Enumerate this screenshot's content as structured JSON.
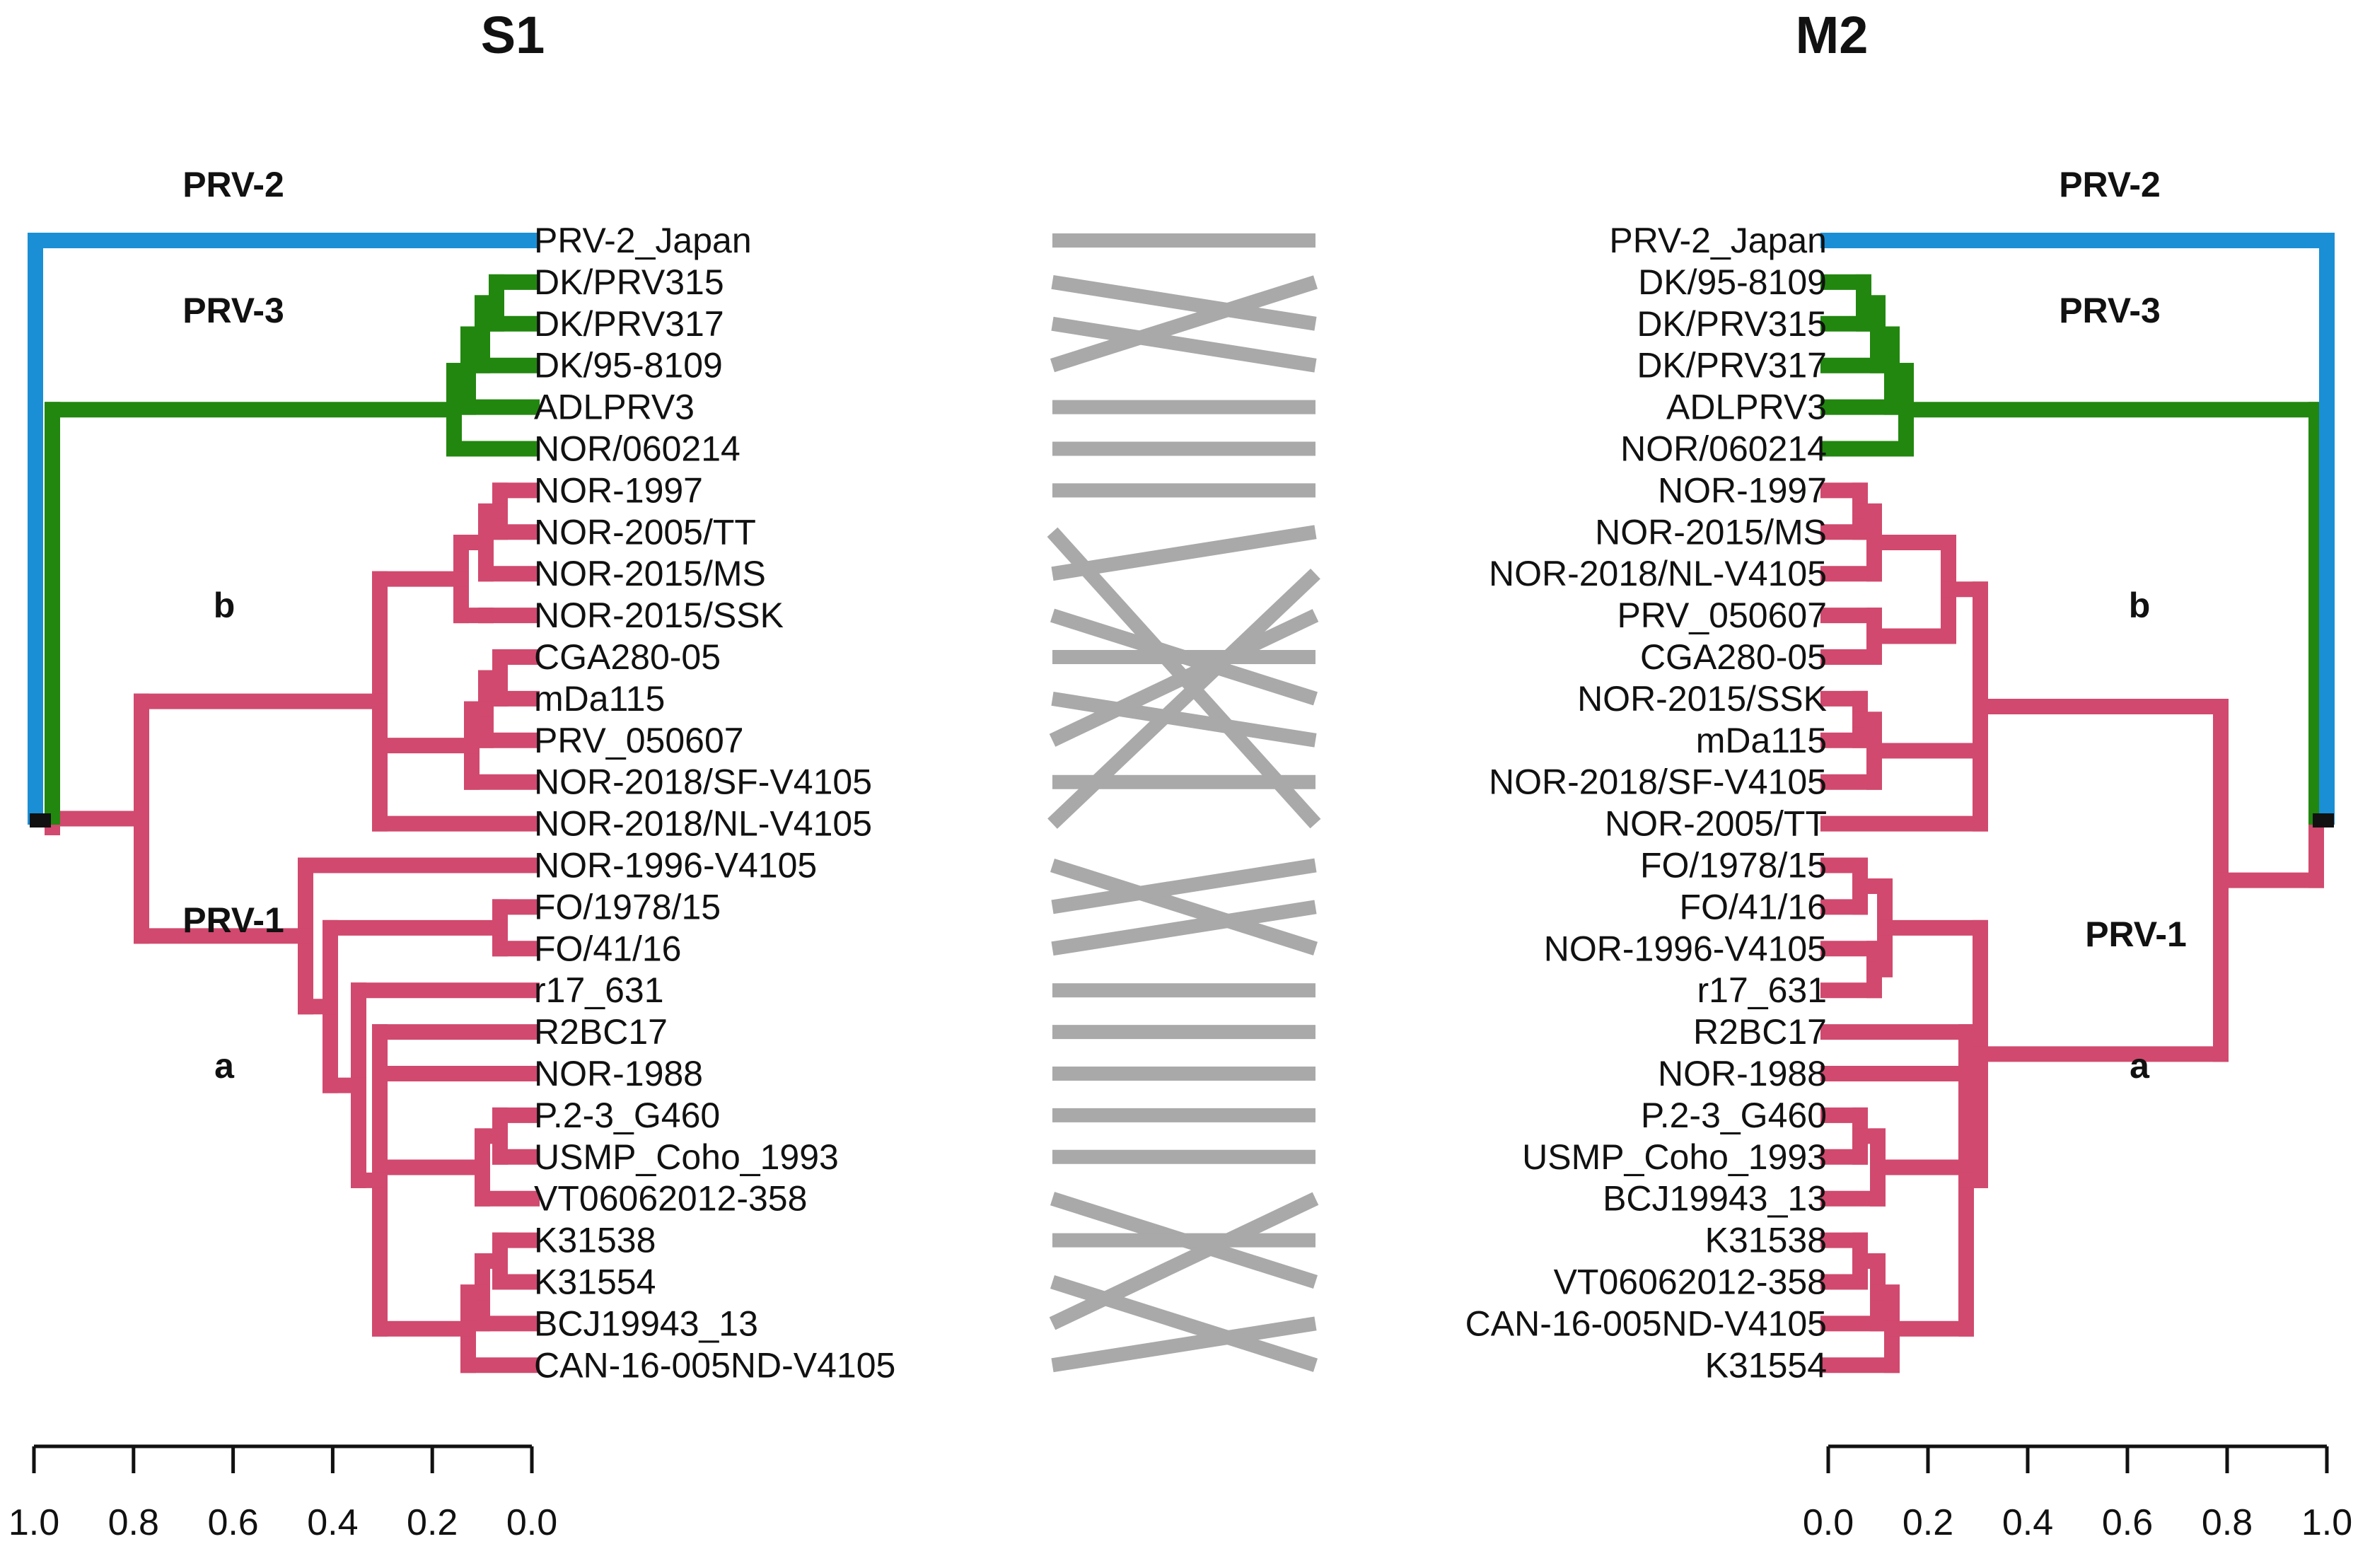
{
  "colors": {
    "prv2": "#1a8fd6",
    "prv3": "#22870f",
    "prv1": "#d1496e",
    "connector": "#a9a9a9",
    "axis": "#111111"
  },
  "left": {
    "title": "S1",
    "labels": {
      "prv2": "PRV-2",
      "prv3": "PRV-3",
      "b": "b",
      "prv1": "PRV-1",
      "a": "a"
    },
    "axis_ticks": [
      "1.0",
      "0.8",
      "0.6",
      "0.4",
      "0.2",
      "0.0"
    ],
    "tips": [
      "PRV-2_Japan",
      "DK/PRV315",
      "DK/PRV317",
      "DK/95-8109",
      "ADLPRV3",
      "NOR/060214",
      "NOR-1997",
      "NOR-2005/TT",
      "NOR-2015/MS",
      "NOR-2015/SSK",
      "CGA280-05",
      "mDa115",
      "PRV_050607",
      "NOR-2018/SF-V4105",
      "NOR-2018/NL-V4105",
      "NOR-1996-V4105",
      "FO/1978/15",
      "FO/41/16",
      "r17_631",
      "R2BC17",
      "NOR-1988",
      "P.2-3_G460",
      "USMP_Coho_1993",
      "VT06062012-358",
      "K31538",
      "K31554",
      "BCJ19943_13",
      "CAN-16-005ND-V4105"
    ]
  },
  "right": {
    "title": "M2",
    "labels": {
      "prv2": "PRV-2",
      "prv3": "PRV-3",
      "b": "b",
      "prv1": "PRV-1",
      "a": "a"
    },
    "axis_ticks": [
      "0.0",
      "0.2",
      "0.4",
      "0.6",
      "0.8",
      "1.0"
    ],
    "tips": [
      "PRV-2_Japan",
      "DK/95-8109",
      "DK/PRV315",
      "DK/PRV317",
      "ADLPRV3",
      "NOR/060214",
      "NOR-1997",
      "NOR-2015/MS",
      "NOR-2018/NL-V4105",
      "PRV_050607",
      "CGA280-05",
      "NOR-2015/SSK",
      "mDa115",
      "NOR-2018/SF-V4105",
      "NOR-2005/TT",
      "FO/1978/15",
      "FO/41/16",
      "NOR-1996-V4105",
      "r17_631",
      "R2BC17",
      "NOR-1988",
      "P.2-3_G460",
      "USMP_Coho_1993",
      "BCJ19943_13",
      "K31538",
      "VT06062012-358",
      "CAN-16-005ND-V4105",
      "K31554"
    ]
  }
}
